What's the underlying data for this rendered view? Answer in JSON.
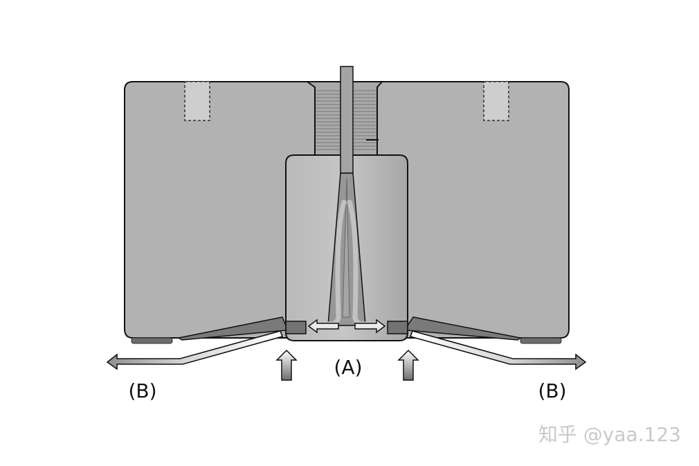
{
  "labels": {
    "center": "(A)",
    "left": "(B)",
    "right": "(B)"
  },
  "watermark": "知乎 @yaa.123",
  "colors": {
    "block_fill": "#b2b2b2",
    "stroke": "#111111",
    "dark_fill": "#737373",
    "foot_fill": "#6d6d6d",
    "pad_fill": "#cfcfcf",
    "thread_fill": "#ababab"
  }
}
